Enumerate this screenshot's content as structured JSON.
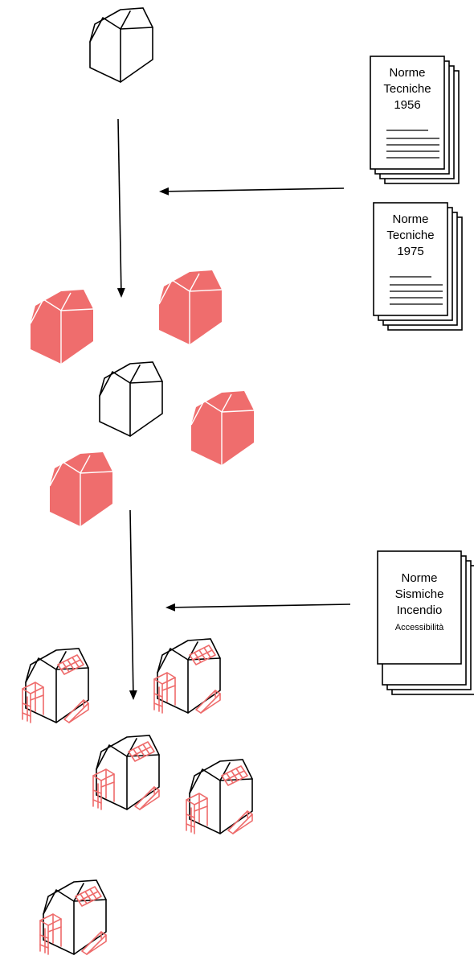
{
  "colors": {
    "house_red": "#ef6d6d",
    "accessory_red": "#ee6b6b",
    "ink": "#000000"
  },
  "documents": [
    {
      "id": "doc-1956",
      "lines": [
        "Norme",
        "Tecniche",
        "1956"
      ]
    },
    {
      "id": "doc-1975",
      "lines": [
        "Norme",
        "Tecniche",
        "1975"
      ]
    },
    {
      "id": "doc-sismiche",
      "lines": [
        "Norme",
        "Sismiche",
        "Incendio",
        "Accessibilità"
      ]
    }
  ],
  "icons": {
    "original_house": "house-outline-icon",
    "new_houses": "house-red-icon",
    "upgraded_houses": "house-solar-ramp-icon",
    "regulation_stack": "document-stack-icon",
    "arrow": "arrow-icon"
  }
}
